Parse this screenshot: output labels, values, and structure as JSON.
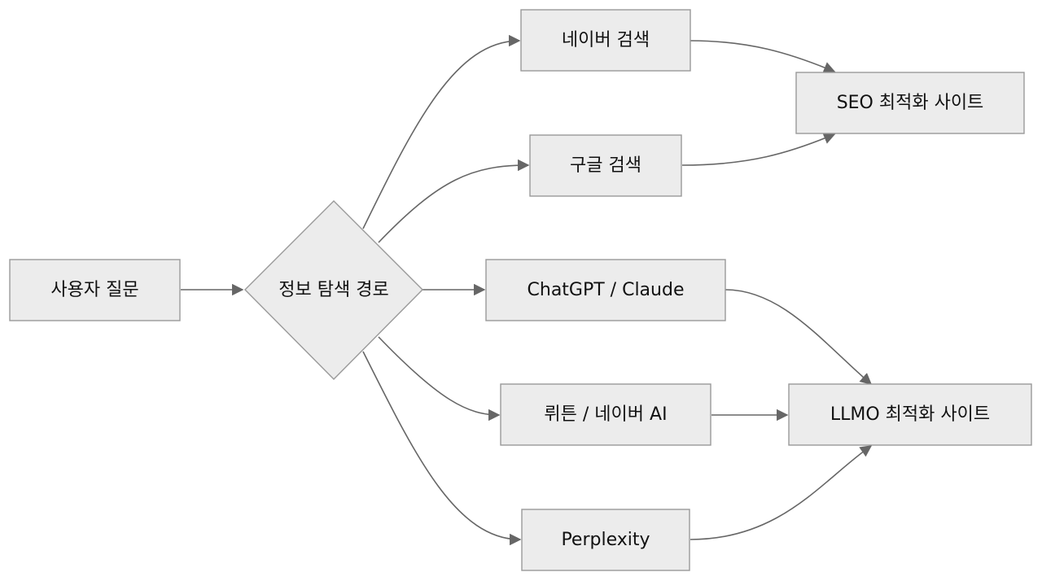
{
  "nodes": {
    "user_question": "사용자 질문",
    "info_search_path": "정보 탐색 경로",
    "naver_search": "네이버 검색",
    "google_search": "구글 검색",
    "chatgpt_claude": "ChatGPT / Claude",
    "wrtn_naver_ai": "뤼튼 / 네이버 AI",
    "perplexity": "Perplexity",
    "seo_site": "SEO 최적화 사이트",
    "llmo_site": "LLMO 최적화 사이트"
  },
  "colors": {
    "node_fill": "#ececec",
    "node_stroke": "#999999",
    "edge": "#666666"
  }
}
